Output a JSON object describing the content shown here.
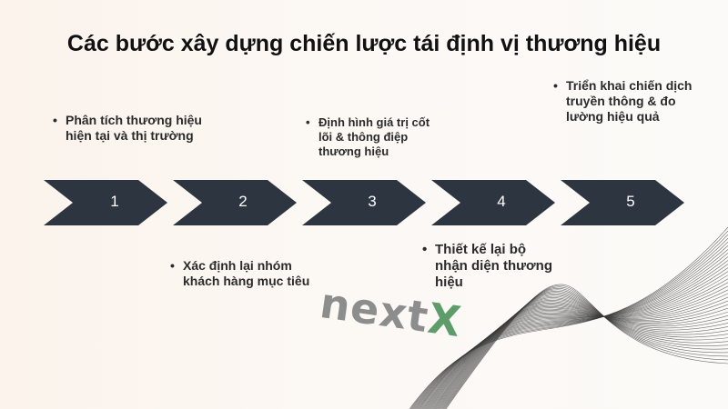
{
  "title": "Các bước xây dựng chiến lược tái định vị thương hiệu",
  "steps": [
    {
      "number": "1",
      "text": " Phân tích thương hiệu hiện tại và thị trường"
    },
    {
      "number": "2",
      "text": "Xác định lại nhóm khách hàng mục tiêu"
    },
    {
      "number": "3",
      "text": "Định hình giá trị cốt lõi & thông điệp thương hiệu"
    },
    {
      "number": "4",
      "text": "Thiết kế lại bộ nhận diện thương hiệu"
    },
    {
      "number": "5",
      "text": "Triển khai chiến dịch truyền thông & đo lường hiệu quả"
    }
  ],
  "bullet": "•",
  "logo": {
    "part1": "next",
    "part2": "X"
  },
  "colors": {
    "arrow": "#2d3540",
    "background": "#fcf7f2",
    "logo_gray": "#8d8d8d",
    "logo_green": "#5f9c6c"
  }
}
